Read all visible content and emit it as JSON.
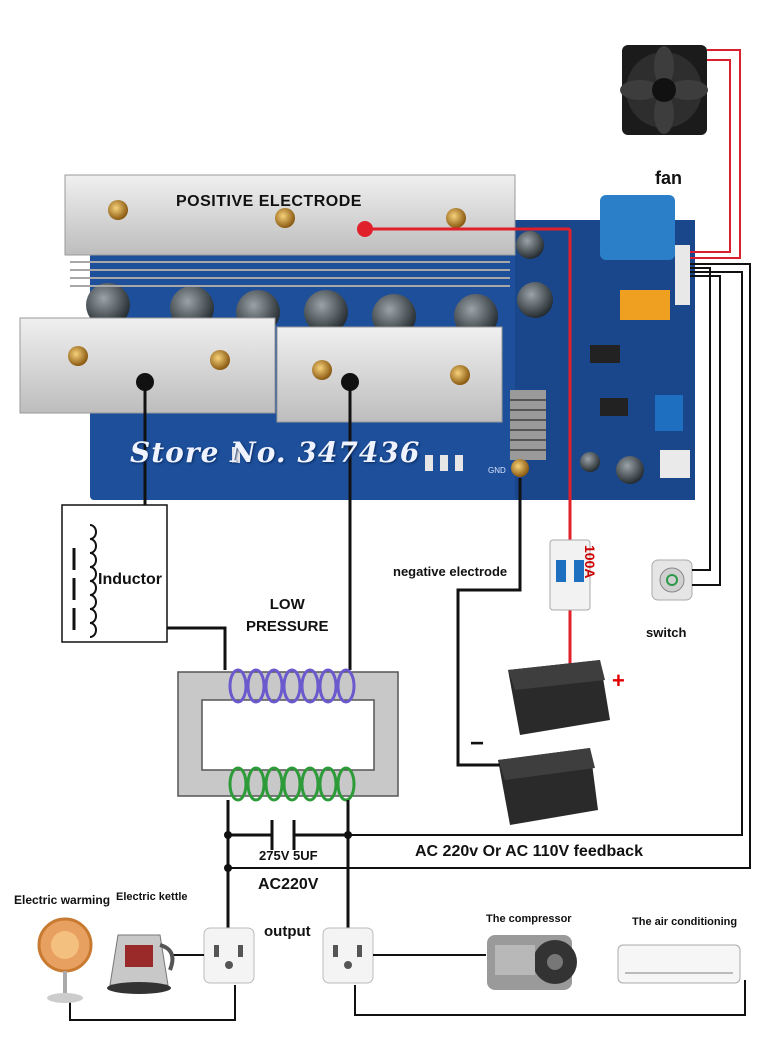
{
  "labels": {
    "positive_electrode": "POSITIVE   ELECTRODE",
    "fan": "fan",
    "inductor": "Inductor",
    "low_pressure_line1": "LOW",
    "low_pressure_line2": "PRESSURE",
    "negative_electrode": "negative electrode",
    "breaker_rating": "100A",
    "switch": "switch",
    "plus": "+",
    "minus": "−",
    "capacitor": "275V 5UF",
    "feedback": "AC 220v Or AC 110V feedback",
    "ac_output_voltage": "AC220V",
    "output": "output",
    "electric_warming": "Electric warming",
    "electric_kettle": "Electric kettle",
    "compressor": "The compressor",
    "air_conditioning": "The air conditioning"
  },
  "board": {
    "watermark": "Store No. 347436",
    "gnd_label": "GND"
  },
  "colors": {
    "board_blue": "#1d4f9a",
    "positive_wire": "#e0202a",
    "wire_black": "#111111",
    "primary_coil": "#6a5acd",
    "secondary_coil": "#2e9b3a",
    "transformer_core": "#c8c8c8",
    "heatsink": "#d6d6d6"
  }
}
